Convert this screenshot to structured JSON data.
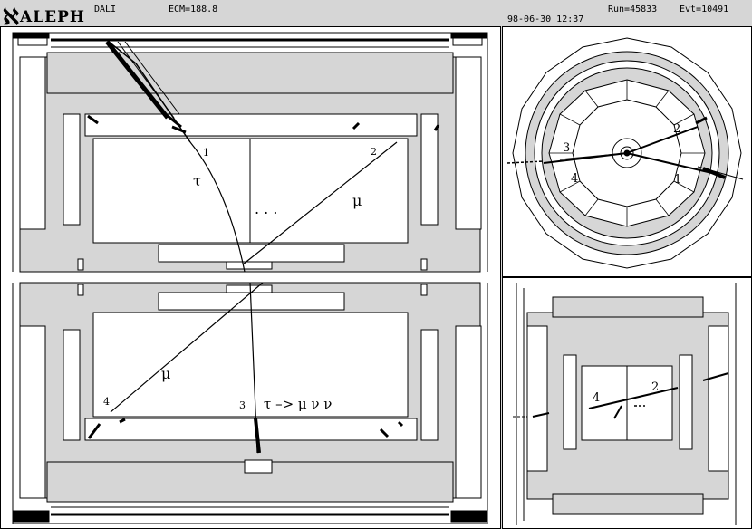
{
  "header": {
    "logo_symbol": "ℵ",
    "logo_text": "ALEPH",
    "program": "DALI",
    "ecm": "ECM=188.8",
    "run": "Run=45833",
    "event": "Evt=10491",
    "datetime": "98-06-30 12:37"
  },
  "side_view": {
    "labels": {
      "track_1": "1",
      "track_2": "2",
      "track_3": "3",
      "track_4": "4",
      "tau_upper": "τ",
      "mu_upper": "μ",
      "mu_lower": "μ",
      "ellipsis": ". . .",
      "decay": "τ –> μ ν ν"
    }
  },
  "end_view": {
    "labels": {
      "track_1": "1",
      "track_2": "2",
      "track_3": "3",
      "track_4": "4"
    }
  },
  "zoom_view": {
    "labels": {
      "track_2": "2",
      "track_4": "4"
    }
  },
  "colors": {
    "background": "#d6d6d6",
    "panel": "#ffffff",
    "ink": "#000000"
  }
}
